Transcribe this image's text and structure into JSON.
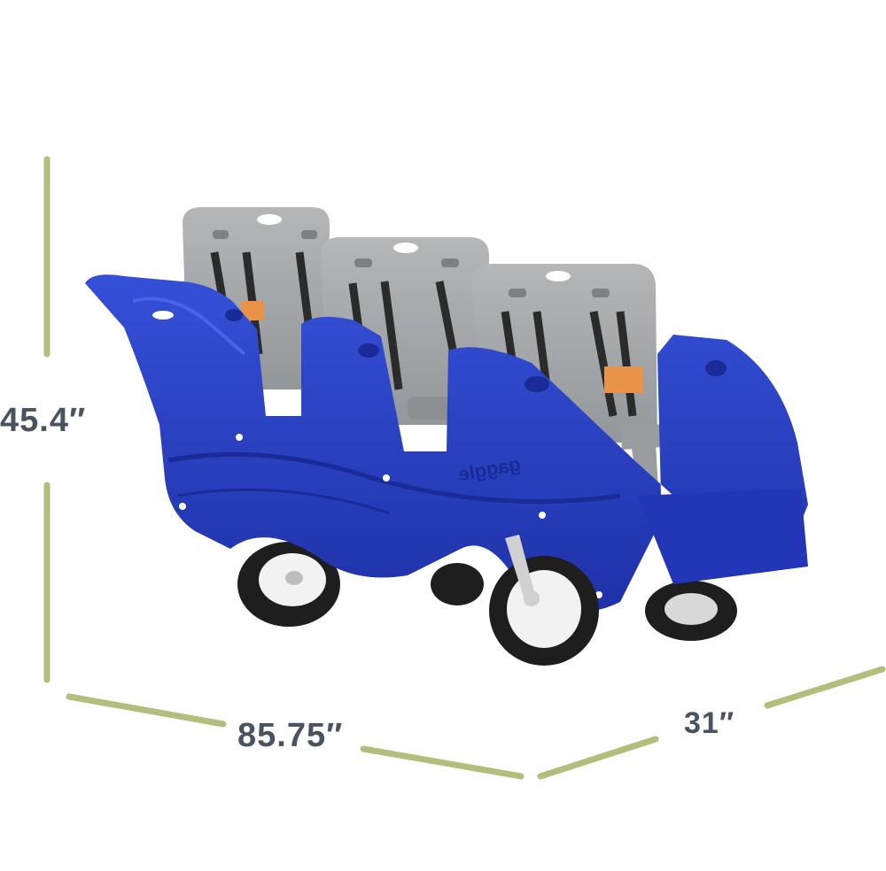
{
  "dimensions": {
    "height": "45.4″",
    "length": "85.75″",
    "depth": "31″"
  },
  "product": {
    "embossed_brand": "gaggle"
  },
  "colors": {
    "body_blue": "#2a3fc4",
    "seat_gray": "#a6a8ab",
    "dimension_line": "#b3be7c",
    "label_text": "#4a5460",
    "tire": "#1e1e1e",
    "rim": "#f2f2f2",
    "strap": "#2b2b2b",
    "pad_orange": "#e8924a"
  }
}
